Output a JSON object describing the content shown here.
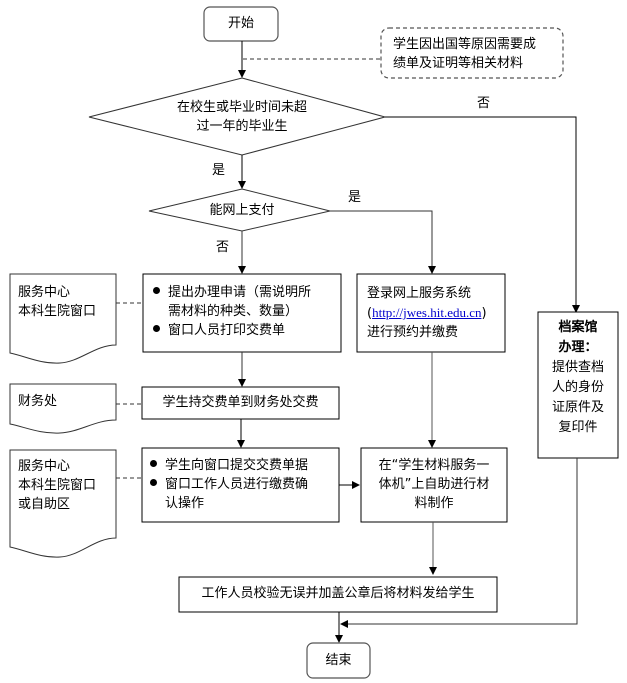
{
  "start": "开始",
  "end": "结束",
  "note": [
    "学生因出国等原因需要成",
    "绩单及证明等相关材料"
  ],
  "decision1": [
    "在校生或毕业时间未超",
    "过一年的毕业生"
  ],
  "decision1_yes": "是",
  "decision1_no": "否",
  "decision2": "能网上支付",
  "decision2_yes": "是",
  "decision2_no": "否",
  "step_apply": {
    "bullets": [
      [
        "提出办理申请（需说明所",
        "需材料的种类、数量）"
      ],
      [
        "窗口人员打印交费单"
      ]
    ]
  },
  "step_online": {
    "line1": "登录网上服务系统",
    "link_open": "(",
    "link": "http://jwes.hit.edu.cn",
    "link_close": ")",
    "line3": "进行预约并缴费"
  },
  "step_pay": "学生持交费单到财务处交费",
  "step_submit": {
    "bullets": [
      [
        "学生向窗口提交交费单据"
      ],
      [
        "窗口工作人员进行缴费确",
        "认操作"
      ]
    ]
  },
  "step_machine": [
    "在“学生材料服务一",
    "体机”上自助进行材",
    "料制作"
  ],
  "step_verify": "工作人员校验无误并加盖公章后将材料发给学生",
  "archive": {
    "title": [
      "档案馆",
      "办理："
    ],
    "body": [
      "提供查档",
      "人的身份",
      "证原件及",
      "复印件"
    ]
  },
  "doc_service1": [
    "服务中心",
    "本科生院窗口"
  ],
  "doc_finance": [
    "财务处"
  ],
  "doc_service2": [
    "服务中心",
    "本科生院窗口",
    "或自助区"
  ]
}
